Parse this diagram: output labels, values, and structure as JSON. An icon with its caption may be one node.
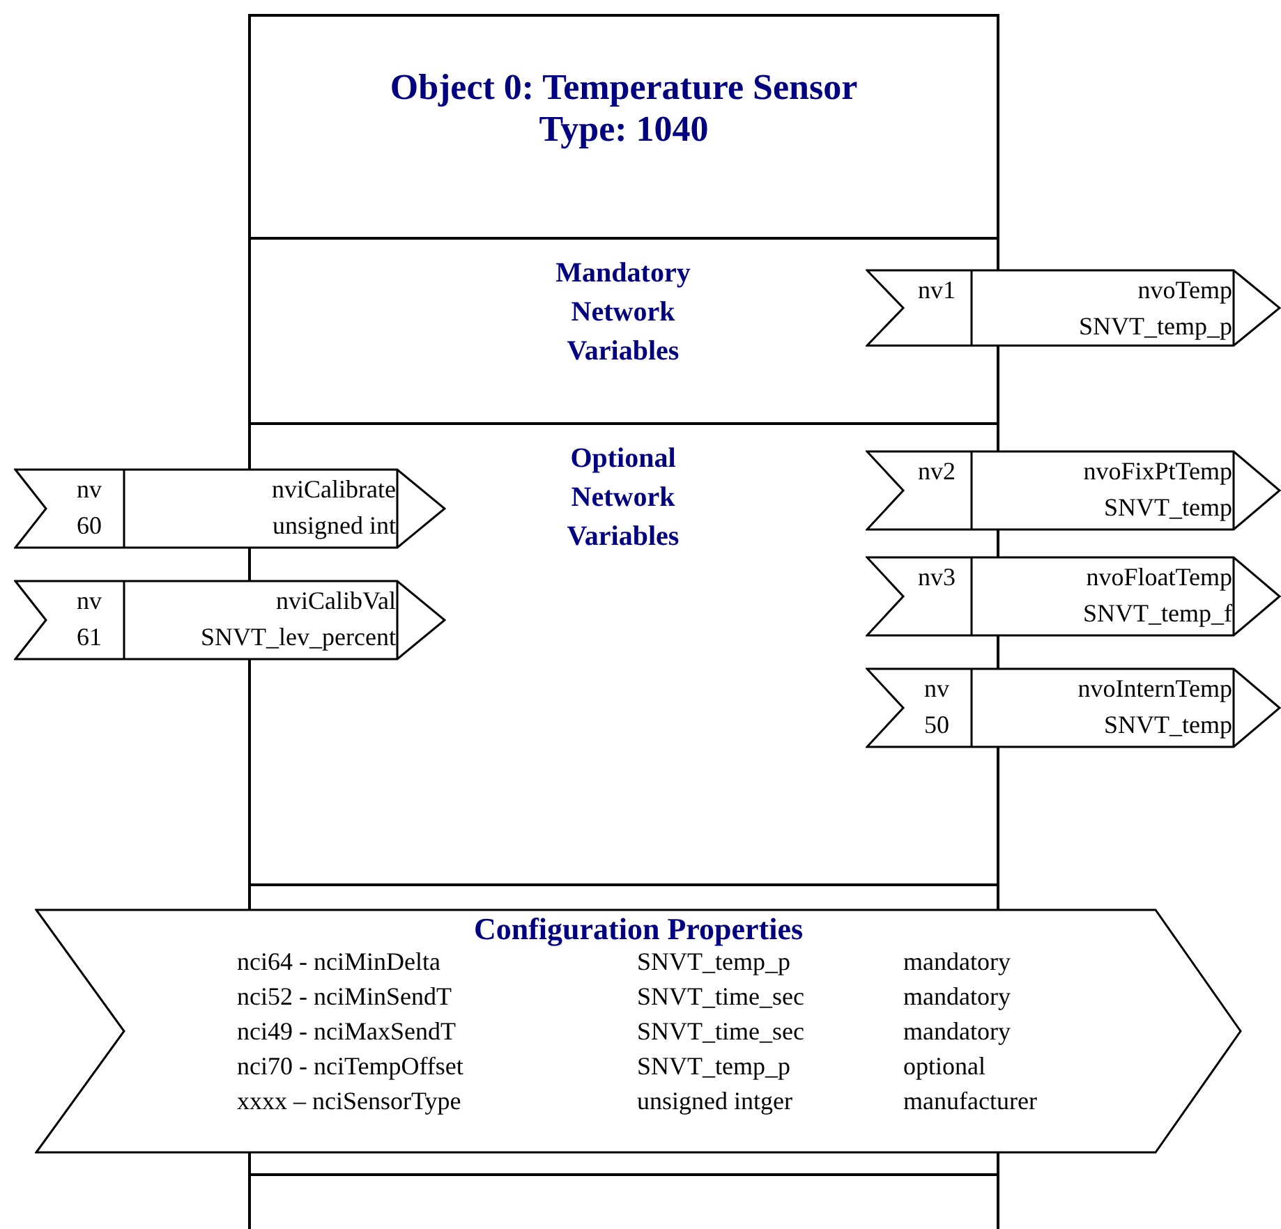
{
  "diagram": {
    "nodes": [
      {
        "text": [
          "Object 0: Temperature Sensor",
          "Type: 1040"
        ]
      },
      {
        "text": [
          "Mandatory Network Variables"
        ]
      },
      {
        "text": [
          "Optional Network Variables"
        ]
      },
      {
        "text": [
          "nv1",
          "nvoTemp",
          "SNVT_temp_p"
        ]
      },
      {
        "text": [
          "nv 60",
          "nviCalibrate",
          "unsigned int"
        ]
      },
      {
        "text": [
          "nv 61",
          "nviCalibVal",
          "SNVT_lev_percent"
        ]
      },
      {
        "text": [
          "nv2",
          "nvoFixPtTemp",
          "SNVT_temp"
        ]
      },
      {
        "text": [
          "nv3",
          "nvoFloatTemp",
          "SNVT_temp_f"
        ]
      },
      {
        "text": [
          "nv 50",
          "nvoInternTemp",
          "SNVT_temp"
        ]
      },
      {
        "text": [
          "Configuration Properties",
          "nci64 - nciMinDelta",
          "SNVT_temp_p",
          "mandatory",
          "nci52 - nciMinSendT",
          "SNVT_time_sec",
          "mandatory",
          "nci49 - nciMaxSendT",
          "SNVT_time_sec",
          "mandatory",
          "nci70 - nciTempOffset",
          "SNVT_temp_p",
          "optional",
          "xxxx – nciSensorType",
          "unsigned intger",
          "manufacturer"
        ]
      }
    ]
  }
}
